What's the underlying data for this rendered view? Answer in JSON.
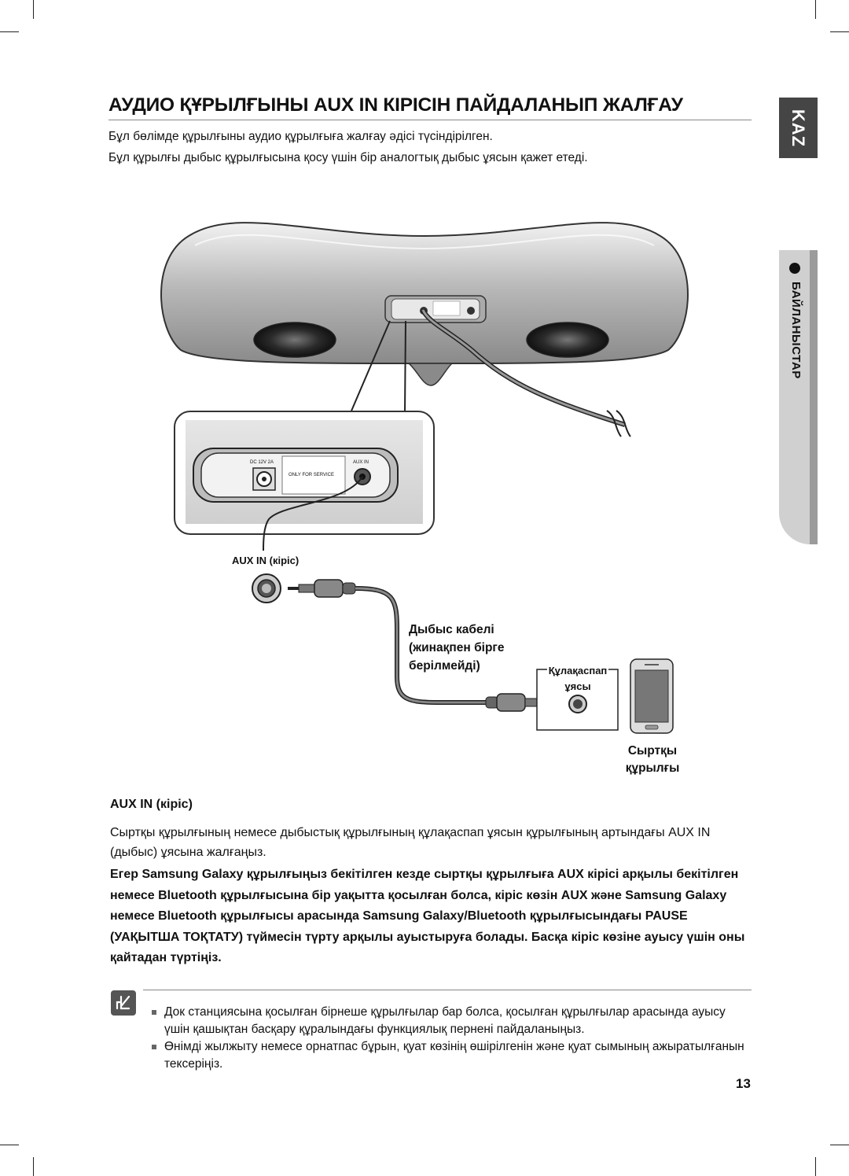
{
  "title": "АУДИО ҚҰРЫЛҒЫНЫ AUX IN КІРІСІН ПАЙДАЛАНЫП ЖАЛҒАУ",
  "intro": [
    "Бұл бөлімде құрылғыны аудио құрылғыға жалғау әдісі түсіндірілген.",
    "Бұл құрылғы дыбыс құрылғысына қосу үшін бір аналогтық дыбыс ұясын қажет етеді."
  ],
  "side": {
    "lang": "KAZ",
    "section": "БАЙЛАНЫСТАР"
  },
  "diagram": {
    "panel_labels": {
      "dc": "DC 12V 2A",
      "service": "ONLY FOR SERVICE",
      "aux": "AUX IN"
    },
    "aux_label": "AUX IN (кіріс)",
    "cable_label": [
      "Дыбыс кабелі",
      "(жинақпен бірге",
      "берілмейді)"
    ],
    "jack_label": [
      "Құлақаспап",
      "ұясы"
    ],
    "device_label": [
      "Сыртқы",
      "құрылғы"
    ]
  },
  "section_heading": "AUX IN (кіріс)",
  "body": [
    "Сыртқы құрылғының немесе дыбыстық құрылғының құлақаспап ұясын құрылғының артындағы AUX IN (дыбыс) ұясына жалғаңыз."
  ],
  "bold_paragraph": "Егер Samsung Galaxy құрылғыңыз бекітілген кезде сыртқы құрылғыға AUX кірісі арқылы бекітілген немесе Bluetooth құрылғысына бір уақытта қосылған болса, кіріс көзін AUX және Samsung Galaxy немесе Bluetooth құрылғысы арасында Samsung Galaxy/Bluetooth құрылғысындағы PAUSE (УАҚЫТША ТОҚТАТУ) түймесін түрту арқылы ауыстыруға болады. Басқа кіріс көзіне ауысу үшін оны қайтадан түртіңіз.",
  "notes": [
    "Док станциясына қосылған бірнеше құрылғылар бар болса, қосылған құрылғылар арасында ауысу үшін қашықтан басқару құралындағы функциялық пернені пайдаланыңыз.",
    "Өнімді жылжыту немесе орнатпас бұрын, қуат көзінің өшірілгенін және қуат сымының ажыратылғанын тексеріңіз."
  ],
  "page_number": "13"
}
